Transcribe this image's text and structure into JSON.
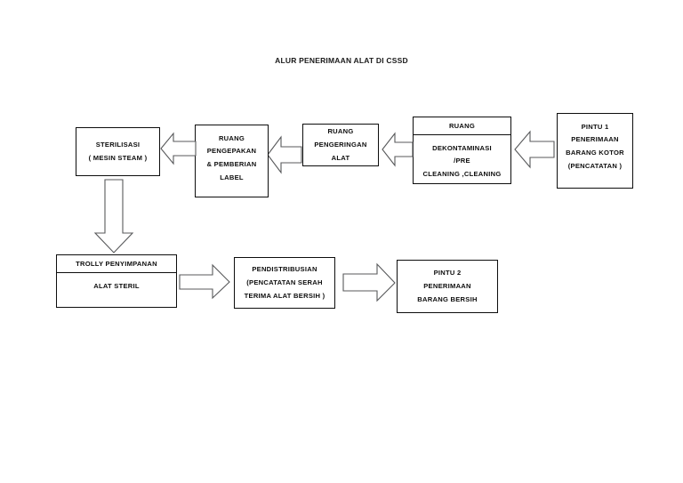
{
  "title": "ALUR PENERIMAAN ALAT DI CSSD",
  "colors": {
    "background": "#ffffff",
    "box_border": "#0d0d0d",
    "arrow_stroke": "#58595b",
    "arrow_fill": "#ffffff",
    "text": "#0d0d0d"
  },
  "chart_data": {
    "type": "diagram",
    "diagram_type": "flowchart",
    "title": "ALUR PENERIMAAN ALAT DI CSSD",
    "flow_direction": "right-to-left top row, then down, then left-to-right bottom row",
    "nodes": [
      {
        "id": "pintu1",
        "header": null,
        "lines": [
          "PINTU 1",
          "PENERIMAAN",
          "BARANG  KOTOR",
          "(PENCATATAN )"
        ]
      },
      {
        "id": "dekontaminasi",
        "header": "RUANG",
        "lines": [
          "DEKONTAMINASI",
          "/PRE",
          "CLEANING ,CLEANING"
        ]
      },
      {
        "id": "pengeringan",
        "header": null,
        "lines": [
          "RUANG",
          "PENGERINGAN",
          "ALAT"
        ]
      },
      {
        "id": "pengepakan",
        "header": null,
        "lines": [
          "RUANG",
          "PENGEPAKAN",
          "& PEMBERIAN",
          "LABEL"
        ]
      },
      {
        "id": "sterilisasi",
        "header": null,
        "lines": [
          "STERILISASI",
          "( MESIN STEAM )"
        ]
      },
      {
        "id": "trolly",
        "header": "TROLLY PENYIMPANAN",
        "lines": [
          "ALAT STERIL"
        ]
      },
      {
        "id": "pendistribusian",
        "header": null,
        "lines": [
          "PENDISTRIBUSIAN",
          "(PENCATATAN SERAH",
          "TERIMA ALAT BERSIH )"
        ]
      },
      {
        "id": "pintu2",
        "header": null,
        "lines": [
          "PINTU 2",
          "PENERIMAAN",
          "BARANG  BERSIH"
        ]
      }
    ],
    "edges": [
      {
        "from": "pintu1",
        "to": "dekontaminasi",
        "direction": "left"
      },
      {
        "from": "dekontaminasi",
        "to": "pengeringan",
        "direction": "left"
      },
      {
        "from": "pengeringan",
        "to": "pengepakan",
        "direction": "left"
      },
      {
        "from": "pengepakan",
        "to": "sterilisasi",
        "direction": "left"
      },
      {
        "from": "sterilisasi",
        "to": "trolly",
        "direction": "down"
      },
      {
        "from": "trolly",
        "to": "pendistribusian",
        "direction": "right"
      },
      {
        "from": "pendistribusian",
        "to": "pintu2",
        "direction": "right"
      }
    ]
  },
  "nodes": {
    "pintu1": {
      "l0": "PINTU 1",
      "l1": "PENERIMAAN",
      "l2": "BARANG  KOTOR",
      "l3": "(PENCATATAN )"
    },
    "dekontaminasi": {
      "header": "RUANG",
      "l0": "DEKONTAMINASI",
      "l1": "/PRE",
      "l2": "CLEANING ,CLEANING"
    },
    "pengeringan": {
      "l0": "RUANG",
      "l1": "PENGERINGAN",
      "l2": "ALAT"
    },
    "pengepakan": {
      "l0": "RUANG",
      "l1": "PENGEPAKAN",
      "l2": "& PEMBERIAN",
      "l3": "LABEL"
    },
    "sterilisasi": {
      "l0": "STERILISASI",
      "l1": "( MESIN STEAM )"
    },
    "trolly": {
      "header": "TROLLY PENYIMPANAN",
      "l0": "ALAT STERIL"
    },
    "pendistribusian": {
      "l0": "PENDISTRIBUSIAN",
      "l1": "(PENCATATAN SERAH",
      "l2": "TERIMA ALAT BERSIH )"
    },
    "pintu2": {
      "l0": "PINTU 2",
      "l1": "PENERIMAAN",
      "l2": "BARANG  BERSIH"
    }
  }
}
